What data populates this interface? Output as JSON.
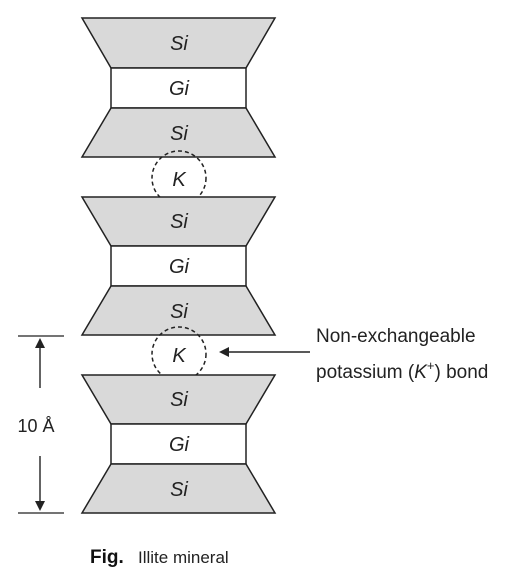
{
  "diagram": {
    "stacks": [
      {
        "top_label": "Si",
        "middle_label": "Gi",
        "bottom_label": "Si"
      },
      {
        "top_label": "Si",
        "middle_label": "Gi",
        "bottom_label": "Si"
      },
      {
        "top_label": "Si",
        "middle_label": "Gi",
        "bottom_label": "Si"
      }
    ],
    "interlayer_ions": [
      "K",
      "K"
    ],
    "annotation": {
      "line1": "Non-exchangeable",
      "line2_prefix": "potassium (",
      "line2_ion": "K",
      "line2_charge": "+",
      "line2_suffix": ") bond"
    },
    "spacing_label": "10 Å",
    "caption": {
      "prefix": "Fig.",
      "text": "Illite mineral"
    }
  },
  "colors": {
    "sheet_fill": "#d9d9d9",
    "outline": "#222222",
    "background": "#ffffff"
  }
}
